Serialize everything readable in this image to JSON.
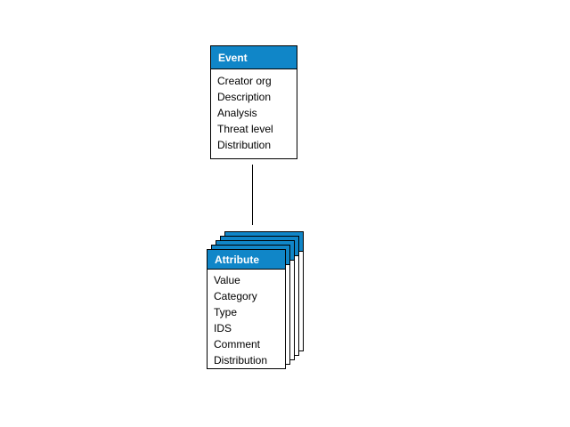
{
  "diagram": {
    "background_color": "#ffffff",
    "accent_color": "#1086c8",
    "border_color": "#000000",
    "event": {
      "title": "Event",
      "fields": [
        "Creator org",
        "Description",
        "Analysis",
        "Threat level",
        "Distribution"
      ]
    },
    "attribute": {
      "title": "Attribute",
      "stack_count": 5,
      "fields": [
        "Value",
        "Category",
        "Type",
        "IDS",
        "Comment",
        "Distribution"
      ]
    }
  }
}
